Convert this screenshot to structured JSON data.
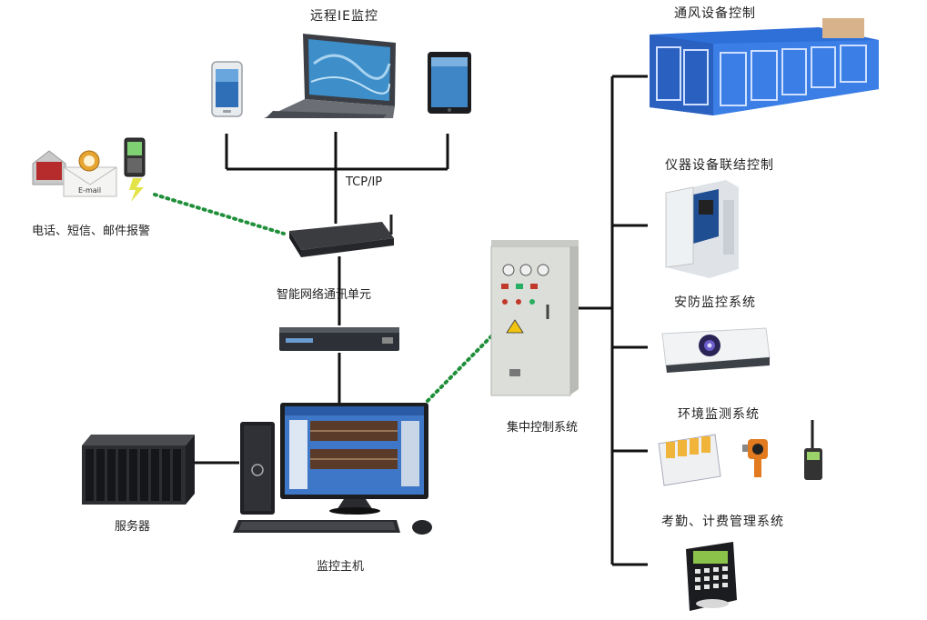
{
  "labels": {
    "remote_ie": "远程IE监控",
    "tcpip": "TCP/IP",
    "alarm": "电话、短信、邮件报警",
    "comm_unit": "智能网络通讯单元",
    "monitor_host": "监控主机",
    "server": "服务器",
    "central_control": "集中控制系统",
    "ventilation": "通风设备控制",
    "instrument": "仪器设备联结控制",
    "security": "安防监控系统",
    "environment": "环境监测系统",
    "attendance": "考勤、计费管理系统"
  },
  "badge": {
    "email_text": "E-mail"
  },
  "colors": {
    "line": "#111111",
    "dotted": "#1f8f3a",
    "ahu_blue": "#2e6fd8",
    "cabinet": "#d9dcd6",
    "dark_device": "#2a2c30"
  }
}
